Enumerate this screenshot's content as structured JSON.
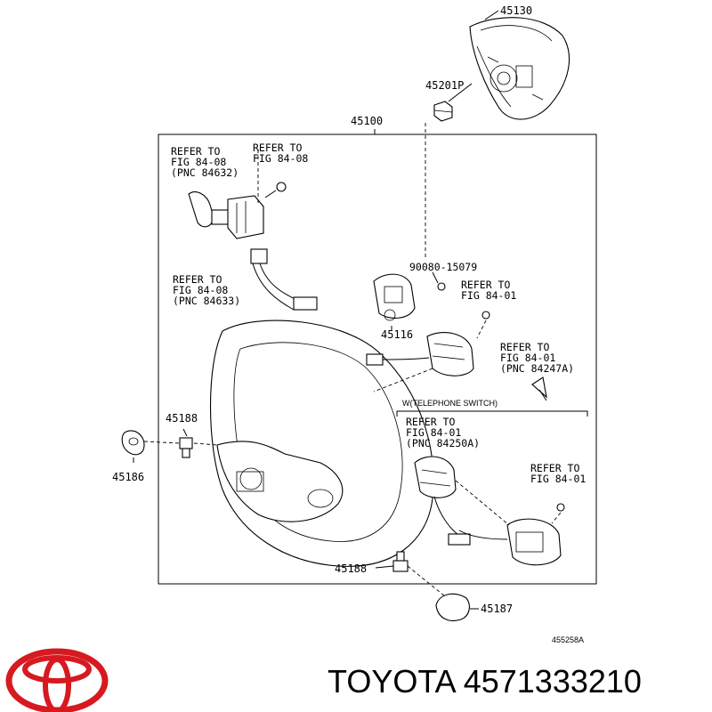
{
  "diagram": {
    "part_numbers": {
      "p45130": "45130",
      "p45201p": "45201P",
      "p45100": "45100",
      "p90080": "90080-15079",
      "p45116": "45116",
      "p45188_top": "45188",
      "p45186": "45186",
      "p45188_bottom": "45188",
      "p45187": "45187"
    },
    "references": {
      "ref1": [
        "REFER TO",
        "FIG 84-08",
        "(PNC 84632)"
      ],
      "ref2": [
        "REFER TO",
        "FIG 84-08"
      ],
      "ref3": [
        "REFER TO",
        "FIG 84-08",
        "(PNC 84633)"
      ],
      "ref4": [
        "REFER TO",
        "FIG 84-01"
      ],
      "ref5": [
        "REFER TO",
        "FIG 84-01",
        "(PNC 84247A)"
      ],
      "ref6": [
        "REFER TO",
        "FIG 84-01",
        "(PNC 84250A)"
      ],
      "ref7": [
        "REFER TO",
        "FIG 84-01"
      ]
    },
    "telephone_switch_label": "W(TELEPHONE SWITCH)",
    "figure_code": "455258A"
  },
  "footer": {
    "brand": "TOYOTA",
    "part_number": "4571333210",
    "logo_color": "#d71920"
  }
}
